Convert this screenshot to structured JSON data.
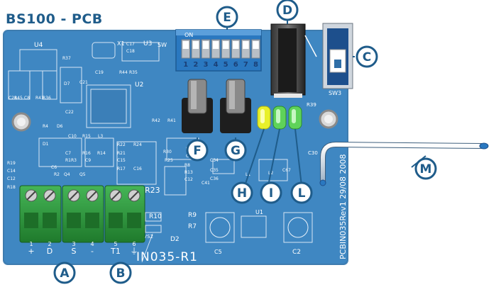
{
  "title": "BS100 - PCB",
  "callouts": {
    "A": "A",
    "B": "B",
    "C": "C",
    "D": "D",
    "E": "E",
    "F": "F",
    "G": "G",
    "H": "H",
    "I": "I",
    "L": "L",
    "M": "M"
  },
  "board_text": {
    "dip_on": "ON",
    "dip_numbers": [
      "1",
      "2",
      "3",
      "4",
      "5",
      "6",
      "7",
      "8"
    ],
    "sw_label": "SW",
    "sw3": "SW3",
    "sw_short": "SW",
    "board_id": "IN035-R1",
    "side_id": "PCBIN035Rev1 29/08 2008",
    "u4": "U4",
    "u3": "U3",
    "u2": "U2",
    "u1": "U1",
    "x1": "X1",
    "r23": "R23",
    "r10": "R10",
    "r9": "R9",
    "r7": "R7",
    "d2": "D2",
    "tvs2": "TVS2",
    "c2": "C2",
    "c5": "C5",
    "r39": "R39",
    "c30": "C30",
    "terminal_labels": [
      "+",
      "D",
      "S",
      "-",
      "T1",
      "⏚"
    ],
    "terminal_numbers": [
      "1",
      "2",
      "3",
      "4",
      "5",
      "6"
    ],
    "small_refs": [
      "R19",
      "C14",
      "C12",
      "R18",
      "D1",
      "C7",
      "R16",
      "R14",
      "R1",
      "R3",
      "C9",
      "C6",
      "R2",
      "Q4",
      "Q5",
      "R22",
      "R24",
      "C15",
      "R17",
      "R21",
      "C16",
      "R5",
      "R30",
      "R25",
      "C11",
      "R8",
      "R13",
      "C12",
      "C34",
      "C35",
      "C36",
      "C41",
      "L1",
      "L2",
      "C67",
      "R42",
      "R41",
      "C17",
      "C18",
      "C19",
      "C21",
      "R35",
      "R44",
      "R37",
      "C24",
      "R45",
      "C8",
      "R43",
      "R36",
      "D7",
      "C22",
      "D6",
      "R4",
      "C10",
      "R15",
      "L3"
    ]
  },
  "colors": {
    "board": "#3f87c2",
    "board_dark": "#2f6ea6",
    "title": "#1f5c8a",
    "callout_fill": "#ffffff",
    "callout_stroke": "#1f5c8a",
    "terminal": "#2e9a3e",
    "led_yellow": "#e8f02a",
    "led_green": "#5fd35a",
    "dip_body": "#2a78c0"
  }
}
